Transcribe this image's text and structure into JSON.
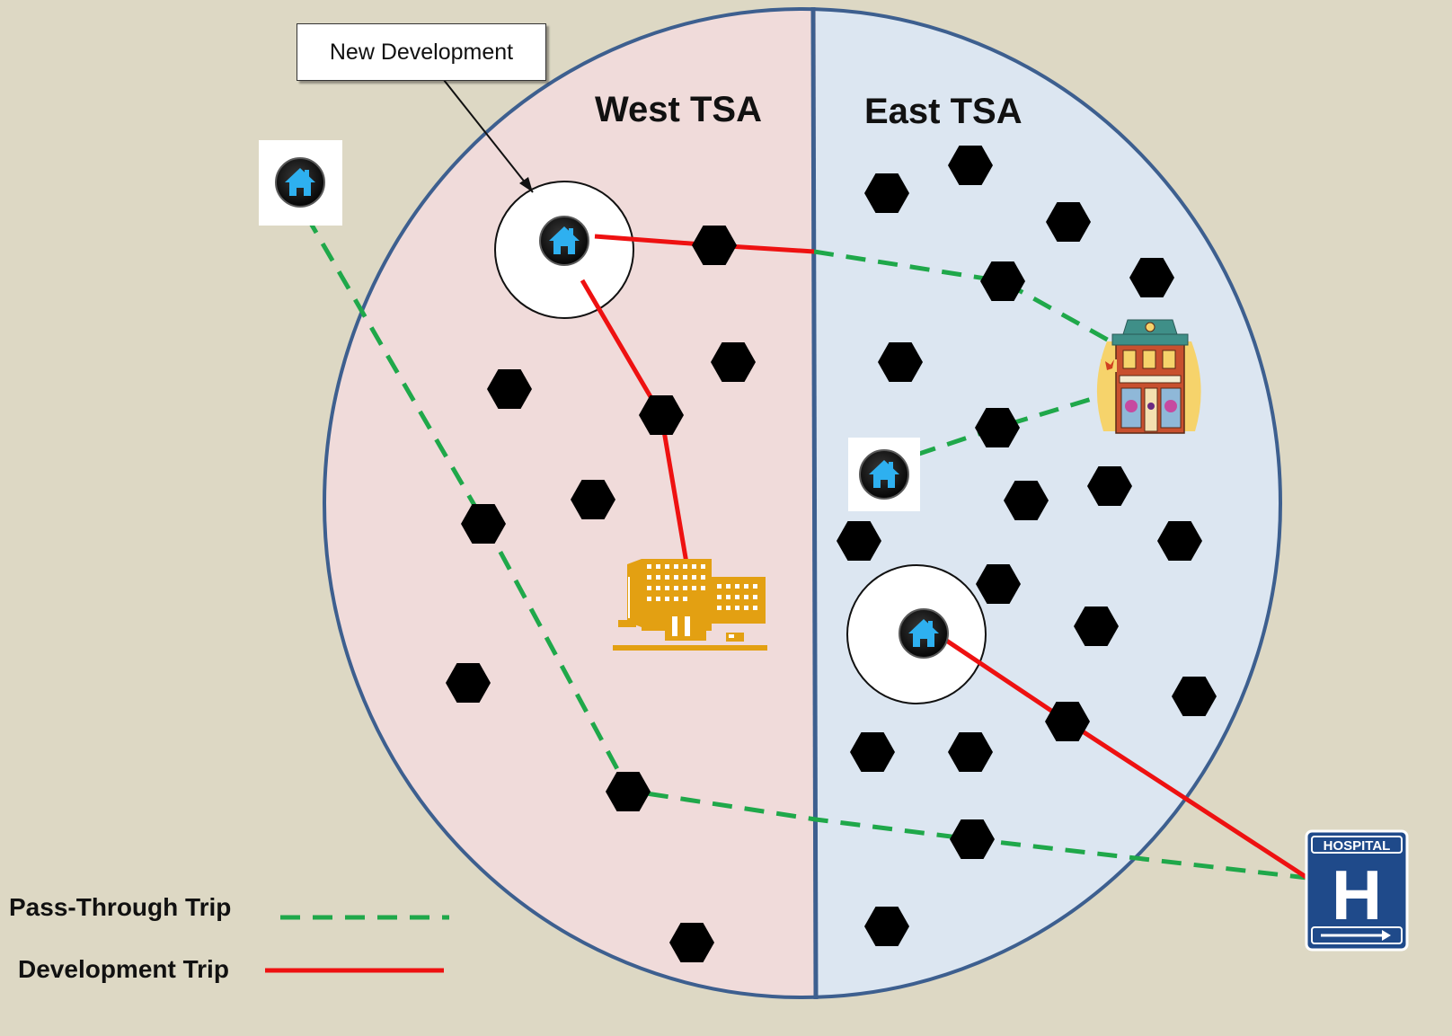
{
  "callout": {
    "label": "New Development"
  },
  "zones": {
    "west_label": "West TSA",
    "east_label": "East TSA"
  },
  "legend": {
    "pass_through_label": "Pass-Through Trip",
    "development_label": "Development Trip"
  },
  "hospital_sign": {
    "label": "HOSPITAL",
    "letter": "H"
  },
  "colors": {
    "background": "#ddd8c4",
    "west_fill": "#f0dbda",
    "east_fill": "#dce6f1",
    "circle_stroke": "#3d5f8f",
    "pass_through": "#1fa84a",
    "development": "#ee1111",
    "hospital_sign": "#1f4a8a",
    "building": "#e3a012"
  },
  "icons": [
    "home-icon",
    "hospital-building-icon",
    "boutique-store-icon",
    "hospital-sign-icon",
    "hexagon-marker"
  ]
}
